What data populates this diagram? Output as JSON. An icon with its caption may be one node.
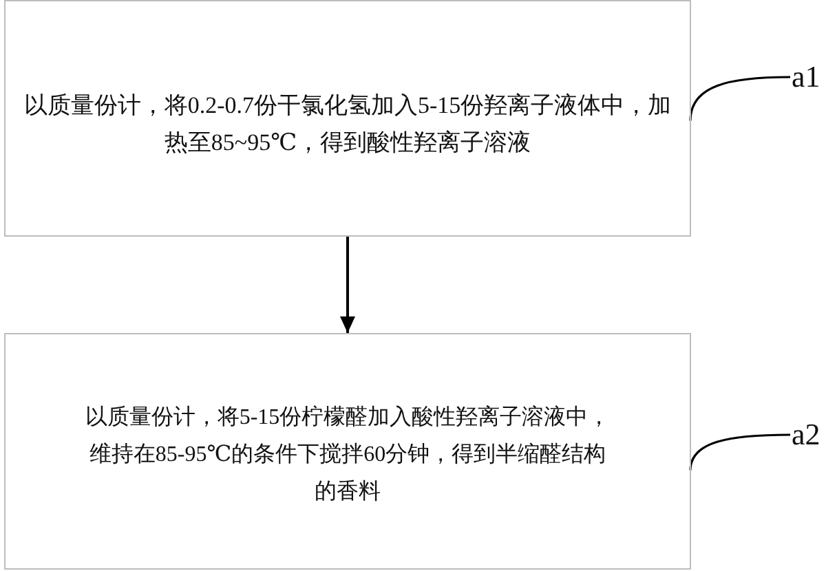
{
  "diagram": {
    "nodes": [
      {
        "text": [
          "以质量份计，将0.2-0.7份干氯化氢加入5-15份羟离子液体中，加热至85~95℃，得到酸性羟离子溶液"
        ]
      },
      {
        "text": [
          "以质量份计，将5-15份柠檬醛加入酸性羟离子溶液中，维持在85-95℃的条件下搅拌60分钟，得到半缩醛结构的香料"
        ]
      },
      {
        "text": [
          "a1"
        ]
      },
      {
        "text": [
          "a2"
        ]
      }
    ],
    "edges": [
      {
        "from": 0,
        "to": 1,
        "arrow": "to"
      },
      {
        "from": 2,
        "to": 0,
        "arrow": "none"
      },
      {
        "from": 3,
        "to": 1,
        "arrow": "none"
      }
    ]
  }
}
